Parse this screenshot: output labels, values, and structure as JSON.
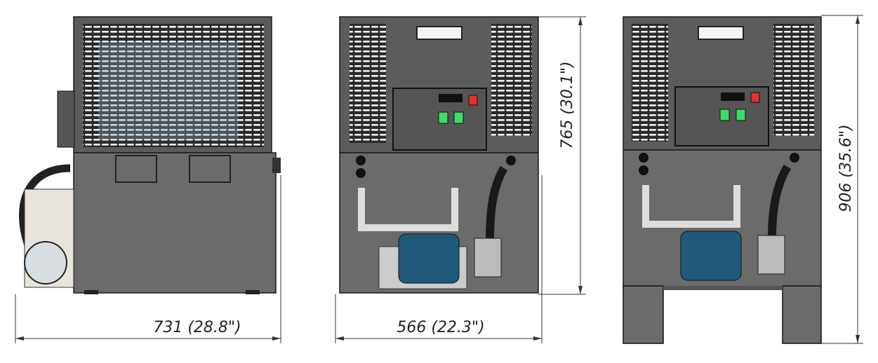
{
  "views": {
    "side": {
      "width_label": "731 (28.8\")"
    },
    "front": {
      "width_label": "566 (22.3\")",
      "height_label": "765 (30.1\")"
    },
    "front_on_stand": {
      "height_label": "906 (35.6\")"
    }
  },
  "colors": {
    "housing": "#6b6b6b",
    "motor": "#1f5a7a",
    "switch_green": "#3ddc6a",
    "switch_red": "#e53030"
  }
}
